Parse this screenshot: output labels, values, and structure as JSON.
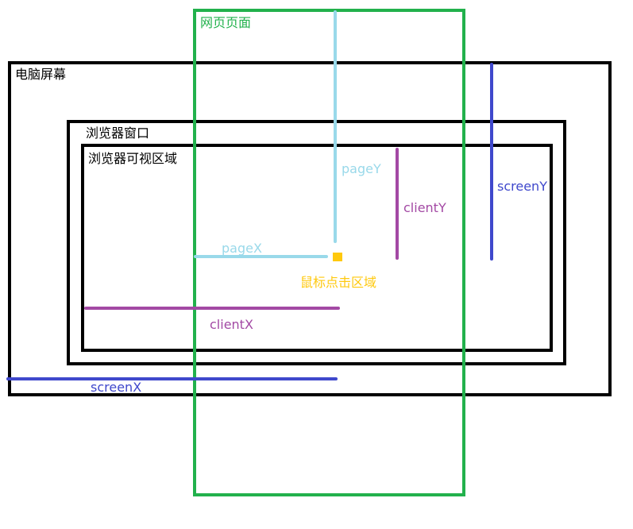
{
  "labels": {
    "webpage": "网页页面",
    "screen": "电脑屏幕",
    "browser_window": "浏览器窗口",
    "viewport": "浏览器可视区域",
    "click_area": "鼠标点击区域",
    "pageX": "pageX",
    "pageY": "pageY",
    "clientX": "clientX",
    "clientY": "clientY",
    "screenX": "screenX",
    "screenY": "screenY"
  },
  "colors": {
    "webpage": "#22b14c",
    "frame": "#000000",
    "page": "#99d9ea",
    "client": "#a349a4",
    "screen": "#3f48cc",
    "click": "#ffc90e"
  }
}
